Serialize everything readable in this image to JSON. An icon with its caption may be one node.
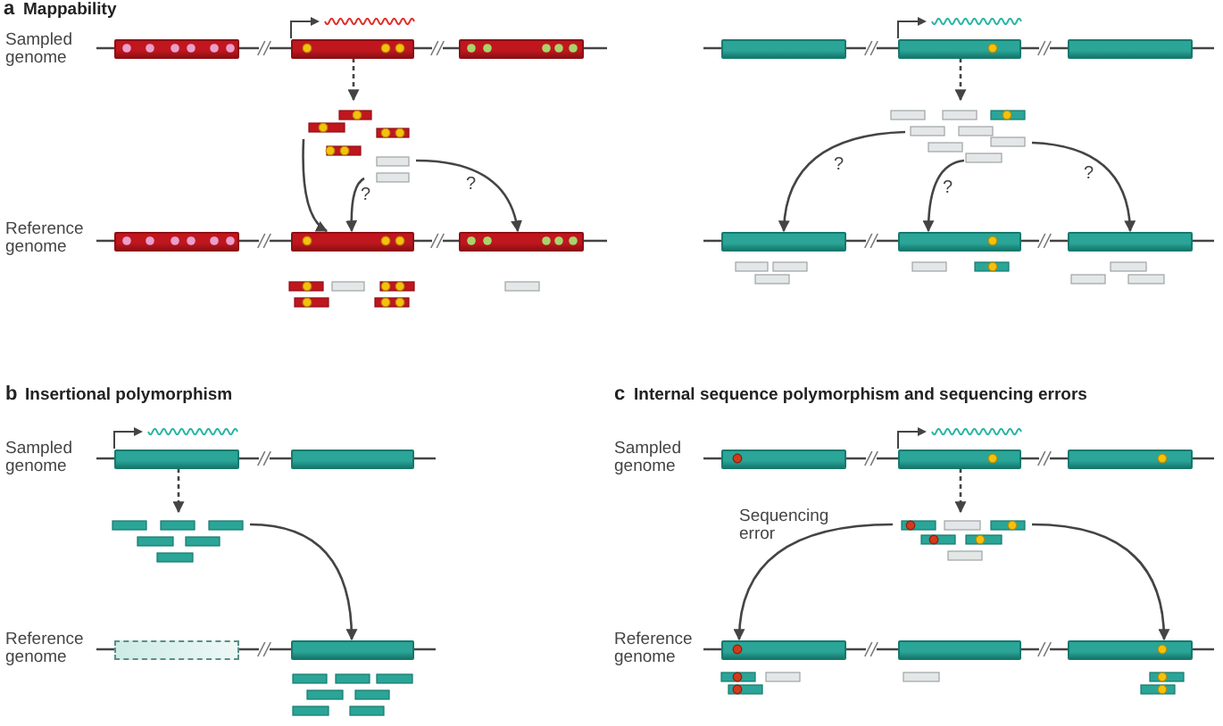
{
  "diagram": {
    "nodes": [
      {
        "text": [],
        "shape": "bar"
      },
      {
        "text": [],
        "shape": "bar"
      },
      {
        "text": [],
        "shape": "bar"
      },
      {
        "text": [],
        "shape": "bar"
      },
      {
        "text": [],
        "shape": "bar"
      },
      {
        "text": [],
        "shape": "bar"
      },
      {
        "text": [],
        "shape": "bar"
      },
      {
        "text": [],
        "shape": "bar"
      },
      {
        "text": [],
        "shape": "bar"
      },
      {
        "text": [],
        "shape": "bar"
      },
      {
        "text": [],
        "shape": "bar"
      },
      {
        "text": [],
        "shape": "bar"
      },
      {
        "text": [],
        "shape": "bar"
      },
      {
        "text": [],
        "shape": "bar"
      },
      {
        "text": [],
        "shape": "bar"
      },
      {
        "text": [],
        "shape": "bar"
      },
      {
        "text": [],
        "shape": "bar"
      },
      {
        "text": [],
        "shape": "box"
      },
      {
        "text": [],
        "shape": "bar"
      },
      {
        "text": [],
        "shape": "bar"
      },
      {
        "text": [],
        "shape": "bar"
      },
      {
        "text": [],
        "shape": "bar"
      }
    ],
    "edges": [
      {
        "from": 1,
        "to": null,
        "arrow": "to",
        "style": "dashed"
      },
      {
        "from": null,
        "to": 7,
        "arrow": "to"
      },
      {
        "from": null,
        "to": 7,
        "arrow": "to",
        "label": "?"
      },
      {
        "from": null,
        "to": 8,
        "arrow": "to",
        "label": "?"
      },
      {
        "from": 4,
        "to": null,
        "arrow": "to",
        "style": "dashed"
      },
      {
        "from": null,
        "to": 9,
        "arrow": "to",
        "label": "?"
      },
      {
        "from": null,
        "to": 10,
        "arrow": "to",
        "label": "?"
      },
      {
        "from": null,
        "to": 11,
        "arrow": "to",
        "label": "?"
      },
      {
        "from": 12,
        "to": null,
        "arrow": "to",
        "style": "dashed"
      },
      {
        "from": null,
        "to": 18,
        "arrow": "to"
      },
      {
        "from": 15,
        "to": null,
        "arrow": "to",
        "style": "dashed"
      },
      {
        "from": null,
        "to": 19,
        "arrow": "to"
      },
      {
        "from": null,
        "to": 21,
        "arrow": "to"
      }
    ],
    "labels": [
      "a",
      "Mappability",
      "Sampled genome",
      "Reference genome",
      "b",
      "Insertional polymorphism",
      "c",
      "Internal sequence polymorphism and sequencing errors",
      "Sampled genome",
      "Sampled genome",
      "Sequencing error",
      "Reference genome",
      "Reference genome"
    ]
  }
}
